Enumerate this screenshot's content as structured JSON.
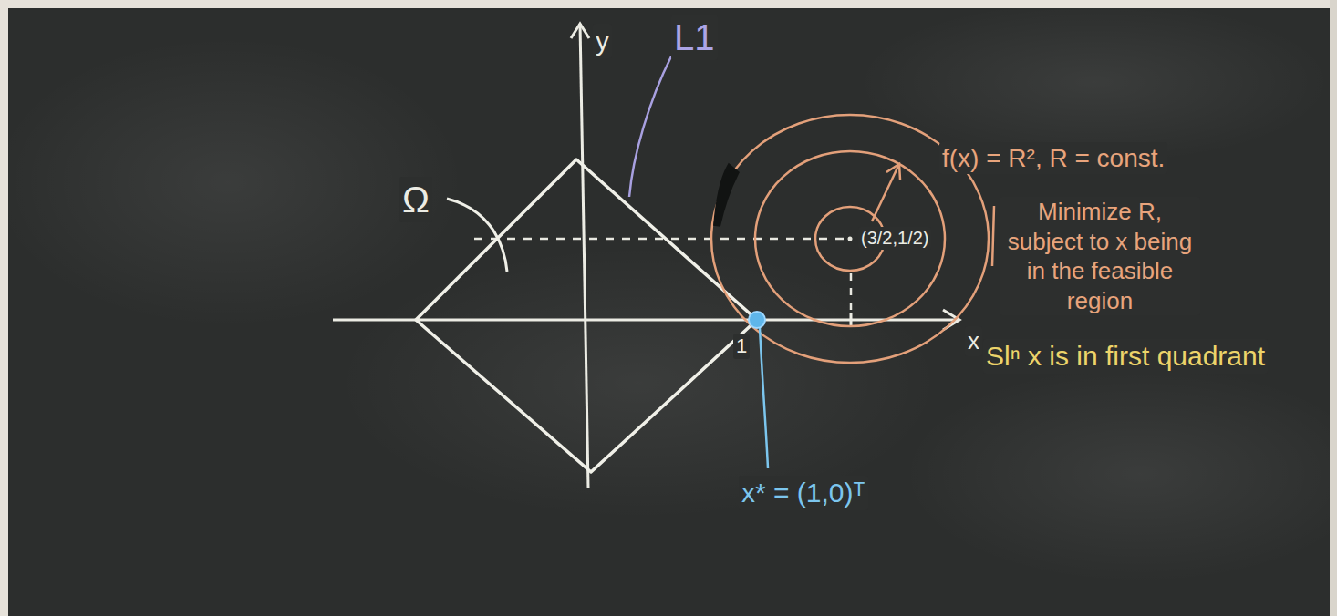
{
  "diagram": {
    "labels": [
      "y",
      "x",
      "1",
      "Ω",
      "L1",
      "(3/2,1/2)",
      "f(x) = R², R = const.",
      "Minimize R, subject to x being in the feasible region",
      "Slⁿ x is in first quadrant",
      "x* = (1,0)ᵀ"
    ]
  }
}
